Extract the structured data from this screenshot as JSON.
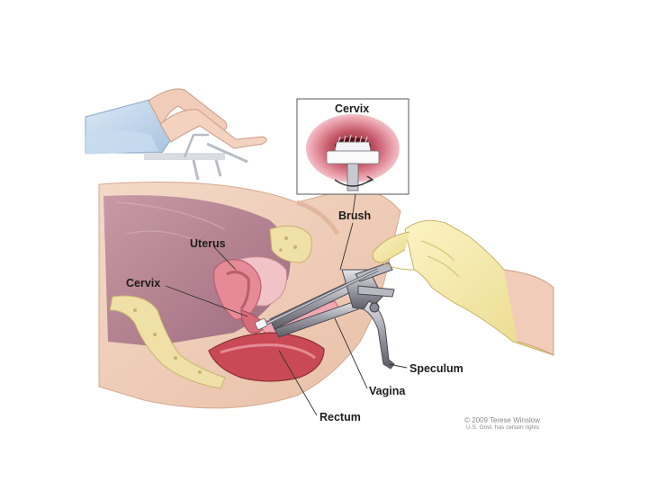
{
  "labels": {
    "inset_title": "Cervix",
    "brush": "Brush",
    "uterus": "Uterus",
    "cervix": "Cervix",
    "speculum": "Speculum",
    "vagina": "Vagina",
    "rectum": "Rectum"
  },
  "credit": {
    "line1": "© 2009 Terese Winslow",
    "line2": "U.S. Govt. has certain rights"
  }
}
